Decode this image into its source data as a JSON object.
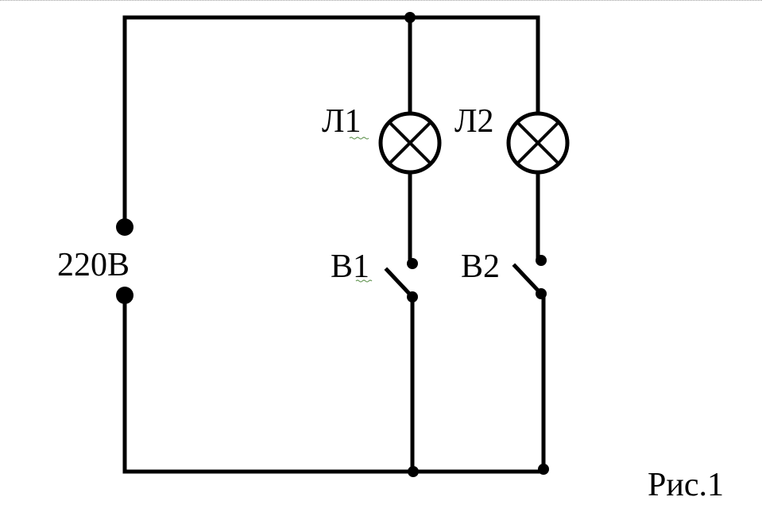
{
  "diagram": {
    "source_label": "220В",
    "lamps": [
      {
        "label": "Л1"
      },
      {
        "label": "Л2"
      }
    ],
    "switches": [
      {
        "label": "В1"
      },
      {
        "label": "В2"
      }
    ],
    "caption": "Рис.1"
  }
}
